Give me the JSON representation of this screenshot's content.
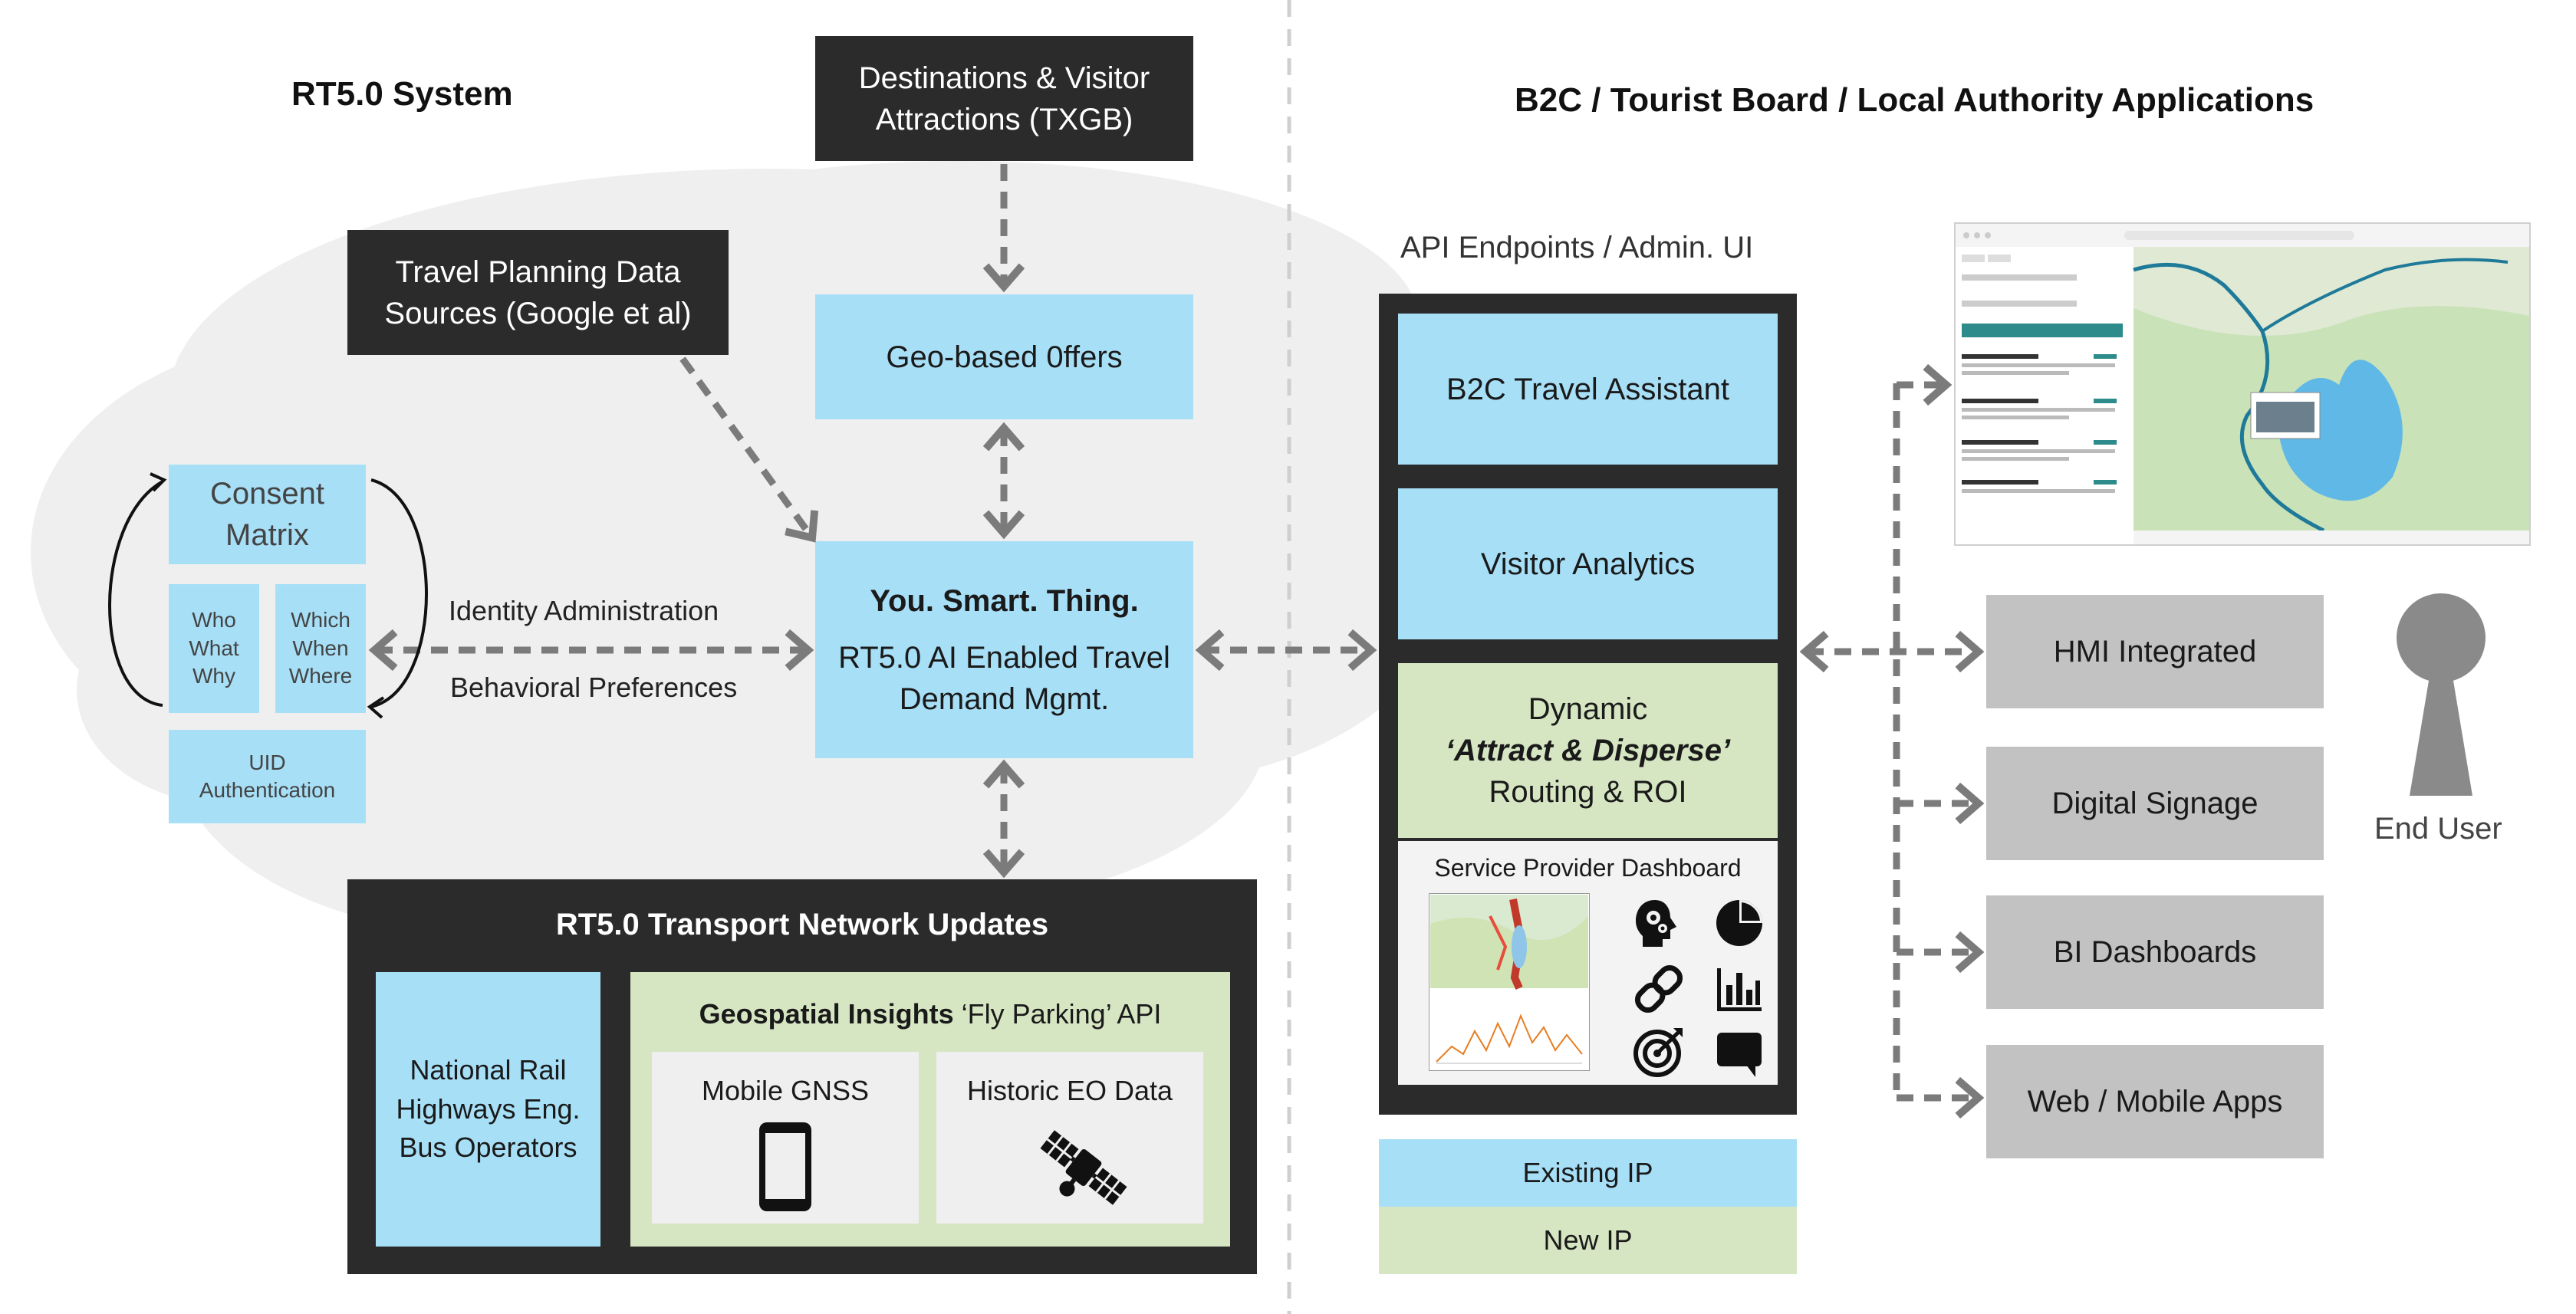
{
  "headings": {
    "left": "RT5.0 System",
    "right": "B2C / Tourist Board / Local Authority Applications"
  },
  "sources": {
    "destinations": "Destinations & Visitor Attractions (TXGB)",
    "travel_planning": "Travel Planning Data Sources (Google et al)"
  },
  "geo_offers": "Geo-based 0ffers",
  "core": {
    "title": "You. Smart. Thing.",
    "subtitle": "RT5.0 AI Enabled Travel Demand Mgmt."
  },
  "identity": {
    "consent_matrix": "Consent Matrix",
    "who": "Who What Why",
    "which": "Which When Where",
    "uid": "UID Authentication",
    "identity_admin": "Identity Administration",
    "behavioral": "Behavioral Preferences"
  },
  "transport": {
    "title": "RT5.0 Transport Network Updates",
    "operators": "National Rail Highways Eng. Bus Operators",
    "geospatial_prefix": "Geospatial Insights ",
    "geospatial_suffix": "‘Fly Parking’ API",
    "mobile_gnss": "Mobile GNSS",
    "historic_eo": "Historic EO Data"
  },
  "api": {
    "label": "API Endpoints / Admin. UI",
    "b2c": "B2C Travel Assistant",
    "analytics": "Visitor Analytics",
    "dynamic_1": "Dynamic",
    "dynamic_2": "‘Attract & Disperse’",
    "dynamic_3": "Routing & ROI",
    "dashboard": "Service Provider Dashboard"
  },
  "legend": {
    "existing": "Existing IP",
    "new": "New IP"
  },
  "outputs": [
    "HMI Integrated",
    "Digital Signage",
    "BI Dashboards",
    "Web / Mobile Apps"
  ],
  "end_user": "End User",
  "icons": [
    "head-gears-icon",
    "pie-chart-icon",
    "link-icon",
    "bar-chart-icon",
    "target-icon",
    "chat-bubble-icon",
    "mobile-phone-icon",
    "satellite-icon",
    "user-silhouette-icon"
  ],
  "colors": {
    "existing_ip": "#a7dff7",
    "new_ip": "#d6e6c3",
    "dark_box": "#2b2b2b",
    "output_box": "#c2c2c2",
    "cloud": "#efefef",
    "arrow": "#7b7b7b"
  }
}
